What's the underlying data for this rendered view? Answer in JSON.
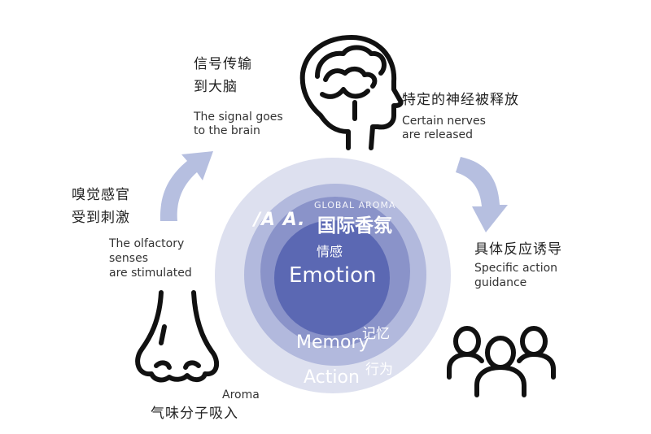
{
  "colors": {
    "outer_ring": "#dde0ef",
    "middle_ring": "#b2b9dd",
    "inner_ring": "#8a93c9",
    "core": "#5b68b3",
    "arrow": "#b6bfe0",
    "icon_stroke": "#111111"
  },
  "icons": [
    "brain-head-icon",
    "nose-icon",
    "group-people-icon",
    "curved-arrow-icon"
  ],
  "steps": {
    "signal": {
      "cn_line1": "信号传输",
      "cn_line2": "到大脑",
      "en_line1": "The signal goes",
      "en_line2": "to the brain"
    },
    "nerves": {
      "cn": "特定的神经被释放",
      "en_line1": "Certain nerves",
      "en_line2": "are released"
    },
    "action": {
      "cn": "具体反应诱导",
      "en_line1": "Specific action",
      "en_line2": "guidance"
    },
    "olfactory": {
      "cn_line1": "嗅觉感官",
      "cn_line2": "受到刺激",
      "en_line1": "The olfactory",
      "en_line2": "senses",
      "en_line3": "are stimulated"
    },
    "aroma": {
      "en": "Aroma",
      "cn": "气味分子吸入"
    }
  },
  "center": {
    "brand_top": "GLOBAL AROMA",
    "brand_logo": "/A A.",
    "brand_cn": "国际香氛",
    "emotion_cn": "情感",
    "emotion_en": "Emotion",
    "memory_cn": "记忆",
    "memory_en": "Memory",
    "action_cn": "行为",
    "action_en": "Action"
  }
}
